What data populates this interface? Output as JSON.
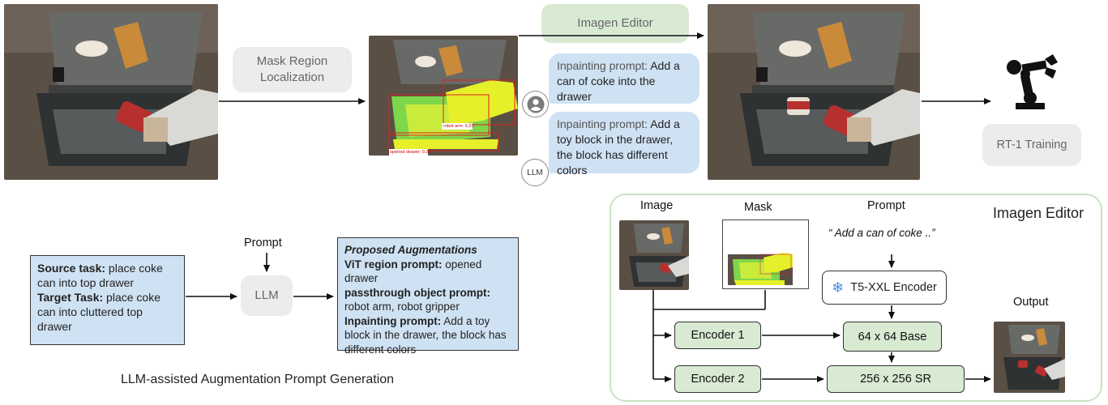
{
  "top_row": {
    "mask_region_label": "Mask Region\nLocalization",
    "imagen_editor_label": "Imagen Editor",
    "rt1_label": "RT-1 Training",
    "mask_overlay_labels": {
      "robot_arm": "robot arm: 0.23",
      "opened_drawer": "opened drawer: 0.20"
    },
    "bubble_human": {
      "prefix": "Inpainting prompt:",
      "text": " Add a can of coke into the drawer"
    },
    "bubble_llm": {
      "prefix": "Inpainting prompt:",
      "text": " Add a toy block in the drawer, the block has different colors"
    },
    "llm_badge": "LLM"
  },
  "bottom_left": {
    "source_task_label": "Source task:",
    "source_task_text": " place coke can into top drawer",
    "target_task_label": "Target Task:",
    "target_task_text": " place coke can into cluttered top drawer",
    "prompt_label": "Prompt",
    "llm_label": "LLM",
    "aug_title": "Proposed Augmentations",
    "vit_label": "ViT region prompt:",
    "vit_text": " opened drawer",
    "pass_label": "passthrough object prompt:",
    "pass_text": " robot arm, robot gripper",
    "inpaint_label": "Inpainting prompt:",
    "inpaint_text": " Add a toy block in the drawer, the block has different colors",
    "caption": "LLM-assisted Augmentation Prompt Generation"
  },
  "imagen_panel": {
    "title": "Imagen Editor",
    "image_label": "Image",
    "mask_label": "Mask",
    "prompt_label": "Prompt",
    "prompt_text": "“ Add a can of coke ..”",
    "t5_label": "T5-XXL Encoder",
    "encoder1": "Encoder 1",
    "encoder2": "Encoder 2",
    "base": "64 x 64 Base",
    "sr": "256 x 256 SR",
    "output_label": "Output"
  },
  "colors": {
    "blue_box": "#cfe2f3",
    "green_box": "#d9ead3",
    "gray_pill": "#ececec",
    "mask_yellow": "#e6f02a"
  }
}
